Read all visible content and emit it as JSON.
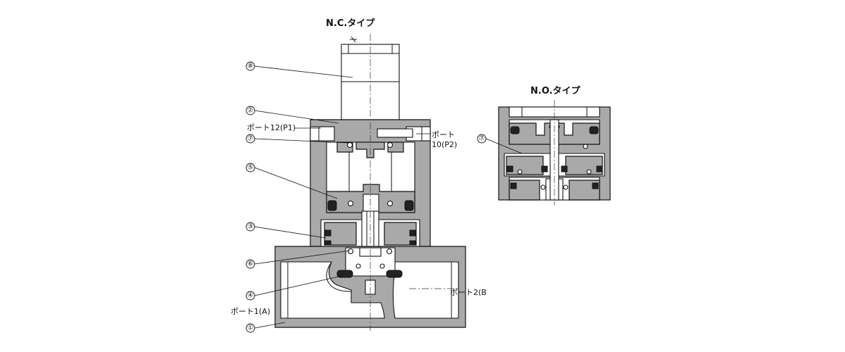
{
  "nc": {
    "title": "N.C.タイプ",
    "port_12_label": "ポート12(P1)",
    "port_10_label_line1": "ポート",
    "port_10_label_line2": "10(P2)",
    "port_2_label": "ポート2(B",
    "port_1_label": "ポート1(A)"
  },
  "no": {
    "title": "N.O.タイプ"
  },
  "callouts": {
    "c1": "①",
    "c2": "②",
    "c3": "③",
    "c4": "④",
    "c5": "⑤",
    "c6": "⑥",
    "c7": "⑦",
    "c8": "⑧"
  },
  "colors": {
    "body_fill": "#a9a9a9",
    "line": "#111111",
    "background": "#ffffff"
  }
}
